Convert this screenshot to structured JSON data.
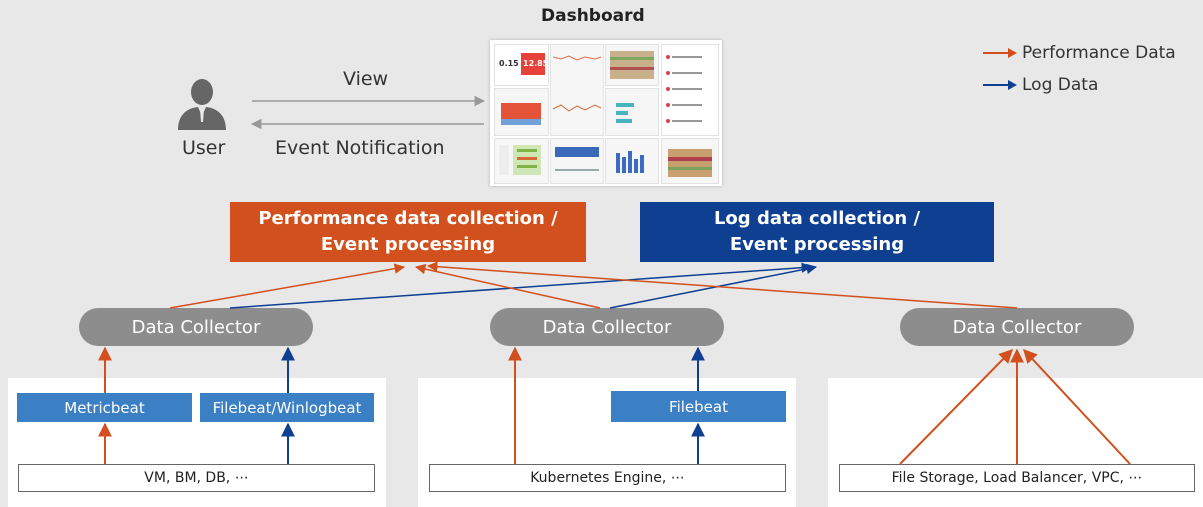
{
  "dashboard": {
    "title": "Dashboard",
    "mini_values": [
      "0.15",
      "12.85"
    ]
  },
  "legend": {
    "performance": {
      "label": "Performance Data",
      "color": "#d2501e"
    },
    "log": {
      "label": "Log Data",
      "color": "#0f3f91"
    }
  },
  "user": {
    "label": "User",
    "icon": "user-icon"
  },
  "flows": {
    "view": "View",
    "event_notification": "Event Notification"
  },
  "processing": {
    "performance": {
      "line1": "Performance data collection /",
      "line2": "Event processing",
      "color": "#d2501e"
    },
    "log": {
      "line1": "Log data collection /",
      "line2": "Event processing",
      "color": "#0f3f91"
    }
  },
  "collectors": [
    {
      "label": "Data Collector"
    },
    {
      "label": "Data Collector"
    },
    {
      "label": "Data Collector"
    }
  ],
  "agents": {
    "metricbeat": "Metricbeat",
    "filebeat_winlogbeat": "Filebeat/Winlogbeat",
    "filebeat": "Filebeat"
  },
  "sources": {
    "left": "VM, BM, DB, ⋯",
    "middle": "Kubernetes Engine, ⋯",
    "right": "File Storage, Load Balancer, VPC, ⋯"
  }
}
